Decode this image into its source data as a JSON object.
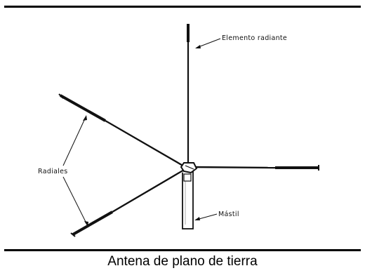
{
  "figure": {
    "labels": {
      "radiating_element": "Elemento radiante",
      "radials": "Radiales",
      "mast": "Mástil"
    }
  },
  "caption": "Antena de plano de tierra"
}
